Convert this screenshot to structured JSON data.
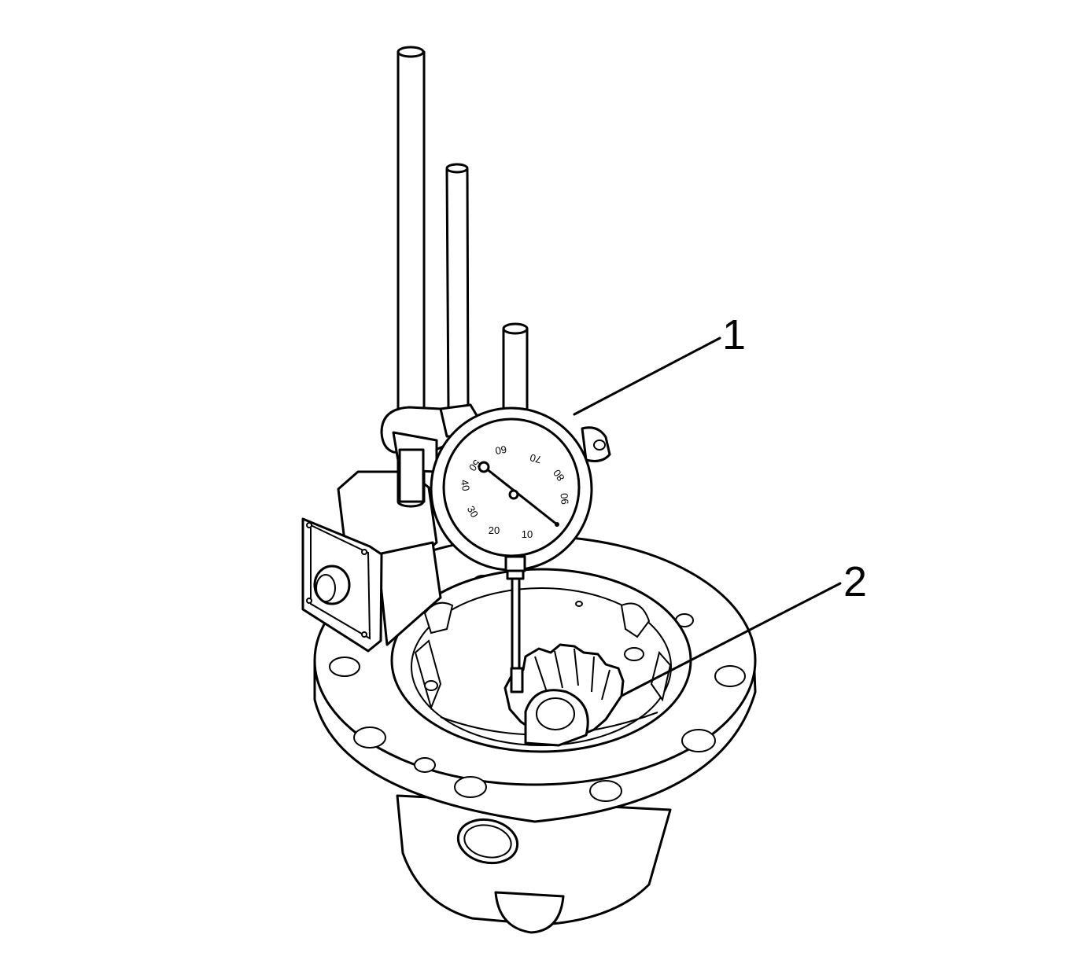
{
  "callouts": [
    {
      "id": "1",
      "label": "1"
    },
    {
      "id": "2",
      "label": "2"
    }
  ],
  "dial_numbers": [
    "10",
    "20",
    "30",
    "40",
    "50",
    "60",
    "70",
    "80",
    "90"
  ]
}
